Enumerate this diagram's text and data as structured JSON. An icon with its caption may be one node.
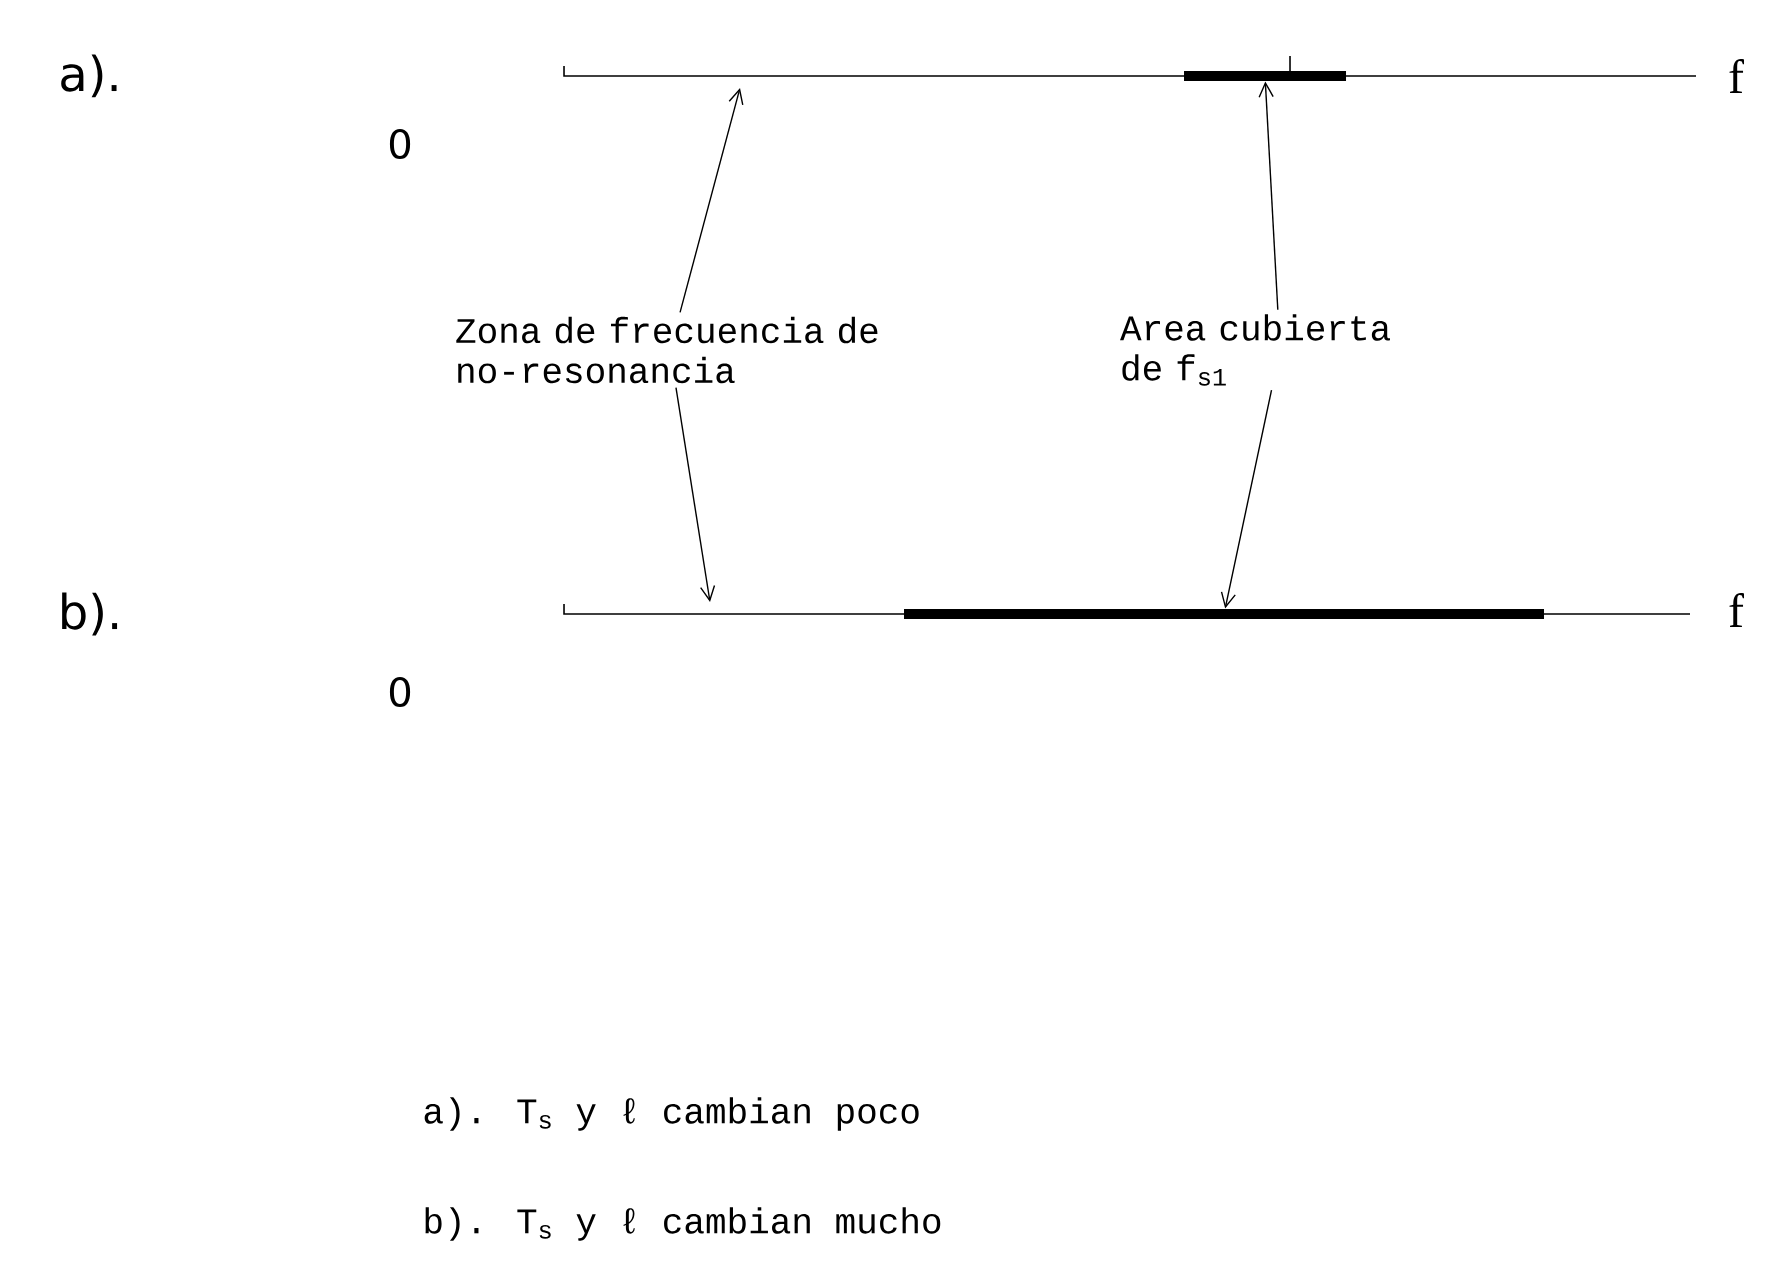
{
  "diagram": {
    "nodes": [
      {
        "text": [],
        "shape": "bar"
      },
      {
        "text": [
          "Zona de frecuencia de no-resonancia"
        ]
      },
      {
        "text": [
          "Area cubierta de f$_{s1}$"
        ]
      },
      {
        "text": [],
        "shape": "bar"
      }
    ],
    "edges": [
      {
        "from": 1,
        "to": null,
        "arrow": "to"
      },
      {
        "from": 2,
        "to": 0,
        "arrow": "to"
      },
      {
        "from": 1,
        "to": null,
        "arrow": "to"
      },
      {
        "from": 2,
        "to": 3,
        "arrow": "to"
      }
    ],
    "labels": [
      "a).",
      "f",
      "0",
      "b).",
      "f",
      "0",
      "a). T$_{s}$ y ℓ cambian poco",
      "b). T$_{s}$ y ℓ cambian mucho"
    ]
  }
}
